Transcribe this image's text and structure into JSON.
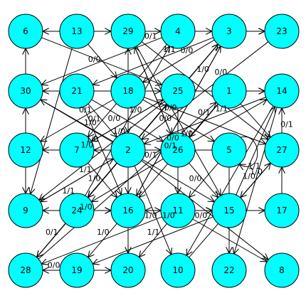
{
  "graph": {
    "colors": {
      "node_fill": "#00ffff",
      "stroke": "#000000",
      "background": "#ffffff"
    },
    "nodes": [
      {
        "id": "6"
      },
      {
        "id": "13"
      },
      {
        "id": "29"
      },
      {
        "id": "4"
      },
      {
        "id": "3"
      },
      {
        "id": "23"
      },
      {
        "id": "30"
      },
      {
        "id": "21"
      },
      {
        "id": "18"
      },
      {
        "id": "25"
      },
      {
        "id": "1"
      },
      {
        "id": "14"
      },
      {
        "id": "12"
      },
      {
        "id": "7"
      },
      {
        "id": "2"
      },
      {
        "id": "26"
      },
      {
        "id": "5"
      },
      {
        "id": "27"
      },
      {
        "id": "9"
      },
      {
        "id": "24"
      },
      {
        "id": "16"
      },
      {
        "id": "11"
      },
      {
        "id": "15"
      },
      {
        "id": "17"
      },
      {
        "id": "28"
      },
      {
        "id": "19"
      },
      {
        "id": "20"
      },
      {
        "id": "10"
      },
      {
        "id": "22"
      },
      {
        "id": "8"
      }
    ],
    "edges": [
      {
        "from": "13",
        "to": "6"
      },
      {
        "from": "13",
        "to": "29"
      },
      {
        "from": "29",
        "to": "4",
        "label": "0/1"
      },
      {
        "from": "4",
        "to": "3"
      },
      {
        "from": "3",
        "to": "23"
      },
      {
        "from": "4",
        "to": "23"
      },
      {
        "from": "12",
        "to": "30"
      },
      {
        "from": "30",
        "to": "6"
      },
      {
        "from": "24",
        "to": "9"
      },
      {
        "from": "9",
        "to": "16"
      },
      {
        "from": "24",
        "to": "16"
      },
      {
        "from": "16",
        "to": "11",
        "label": "1/0"
      },
      {
        "from": "11",
        "to": "15",
        "label": "0/0"
      },
      {
        "from": "15",
        "to": "17"
      },
      {
        "from": "17",
        "to": "27"
      },
      {
        "from": "27",
        "to": "14",
        "label": "0/1"
      },
      {
        "from": "1",
        "to": "14"
      },
      {
        "from": "19",
        "to": "28",
        "label": "0/0"
      },
      {
        "from": "19",
        "to": "20"
      },
      {
        "from": "16",
        "to": "20"
      },
      {
        "from": "24",
        "to": "28",
        "label": "0/1"
      },
      {
        "from": "16",
        "to": "19",
        "label": "1/0"
      },
      {
        "from": "11",
        "to": "20",
        "label": "1/1"
      },
      {
        "from": "13",
        "to": "9"
      },
      {
        "from": "13",
        "to": "18",
        "label": "0/0"
      },
      {
        "from": "6",
        "to": "25"
      },
      {
        "from": "29",
        "to": "27"
      },
      {
        "from": "29",
        "to": "15"
      },
      {
        "from": "29",
        "to": "26"
      },
      {
        "from": "29",
        "to": "2"
      },
      {
        "from": "4",
        "to": "30"
      },
      {
        "from": "4",
        "to": "7"
      },
      {
        "from": "3",
        "to": "21",
        "label": "1/1"
      },
      {
        "from": "3",
        "to": "24"
      },
      {
        "from": "3",
        "to": "18",
        "label": "0/0"
      },
      {
        "from": "3",
        "to": "16"
      },
      {
        "from": "23",
        "to": "2",
        "label": "0/0"
      },
      {
        "from": "18",
        "to": "16"
      },
      {
        "from": "18",
        "to": "27"
      },
      {
        "from": "18",
        "to": "12",
        "label": "0/1"
      },
      {
        "from": "21",
        "to": "25"
      },
      {
        "from": "21",
        "to": "16",
        "label": "1/0"
      },
      {
        "from": "21",
        "to": "26",
        "label": "0/0"
      },
      {
        "from": "25",
        "to": "9"
      },
      {
        "from": "25",
        "to": "11",
        "label": "0/0"
      },
      {
        "from": "25",
        "to": "14"
      },
      {
        "from": "25",
        "to": "24"
      },
      {
        "from": "25",
        "to": "7",
        "label": "1/0"
      },
      {
        "from": "1",
        "to": "30"
      },
      {
        "from": "1",
        "to": "26",
        "label": "0/1"
      },
      {
        "from": "1",
        "to": "27"
      },
      {
        "from": "1",
        "to": "16",
        "label": "1/0"
      },
      {
        "from": "14",
        "to": "2",
        "label": "1/1"
      },
      {
        "from": "14",
        "to": "10"
      },
      {
        "from": "14",
        "to": "22"
      },
      {
        "from": "2",
        "to": "30",
        "label": "1/0"
      },
      {
        "from": "2",
        "to": "12",
        "label": "1/0"
      },
      {
        "from": "2",
        "to": "9",
        "label": "1/1"
      },
      {
        "from": "2",
        "to": "28"
      },
      {
        "from": "2",
        "to": "10"
      },
      {
        "from": "2",
        "to": "8"
      },
      {
        "from": "2",
        "to": "26",
        "label": "0/1"
      },
      {
        "from": "7",
        "to": "16",
        "label": "1/0"
      },
      {
        "from": "7",
        "to": "25",
        "label": "1/0"
      },
      {
        "from": "26",
        "to": "15",
        "label": "0/0"
      },
      {
        "from": "26",
        "to": "24"
      },
      {
        "from": "26",
        "to": "14"
      },
      {
        "from": "5",
        "to": "7"
      },
      {
        "from": "5",
        "to": "11"
      },
      {
        "from": "5",
        "to": "22"
      },
      {
        "from": "27",
        "to": "15",
        "label": "1/0"
      },
      {
        "from": "15",
        "to": "14",
        "label": "1/1"
      },
      {
        "from": "15",
        "to": "19"
      },
      {
        "from": "15",
        "to": "16"
      },
      {
        "from": "11",
        "to": "28"
      },
      {
        "from": "11",
        "to": "8"
      },
      {
        "from": "10",
        "to": "27"
      },
      {
        "from": "28",
        "to": "25",
        "label": "1/0"
      },
      {
        "from": "30",
        "to": "15"
      },
      {
        "from": "12",
        "to": "9"
      },
      {
        "from": "24",
        "to": "4"
      },
      {
        "from": "20",
        "to": "29"
      },
      {
        "from": "9",
        "to": "2",
        "label": "1/1"
      },
      {
        "from": "21",
        "to": "2",
        "label": "0/1"
      },
      {
        "from": "18",
        "to": "5",
        "label": "0/0"
      },
      {
        "from": "25",
        "to": "3",
        "label": "1/0"
      },
      {
        "from": "2",
        "to": "3",
        "label": "0/0"
      },
      {
        "from": "16",
        "to": "3",
        "label": "0/1"
      },
      {
        "from": "28",
        "to": "1"
      },
      {
        "from": "26",
        "to": "29"
      },
      {
        "from": "16",
        "to": "15",
        "label": "1/0"
      },
      {
        "from": "5",
        "to": "5",
        "label": "1/0"
      }
    ]
  }
}
